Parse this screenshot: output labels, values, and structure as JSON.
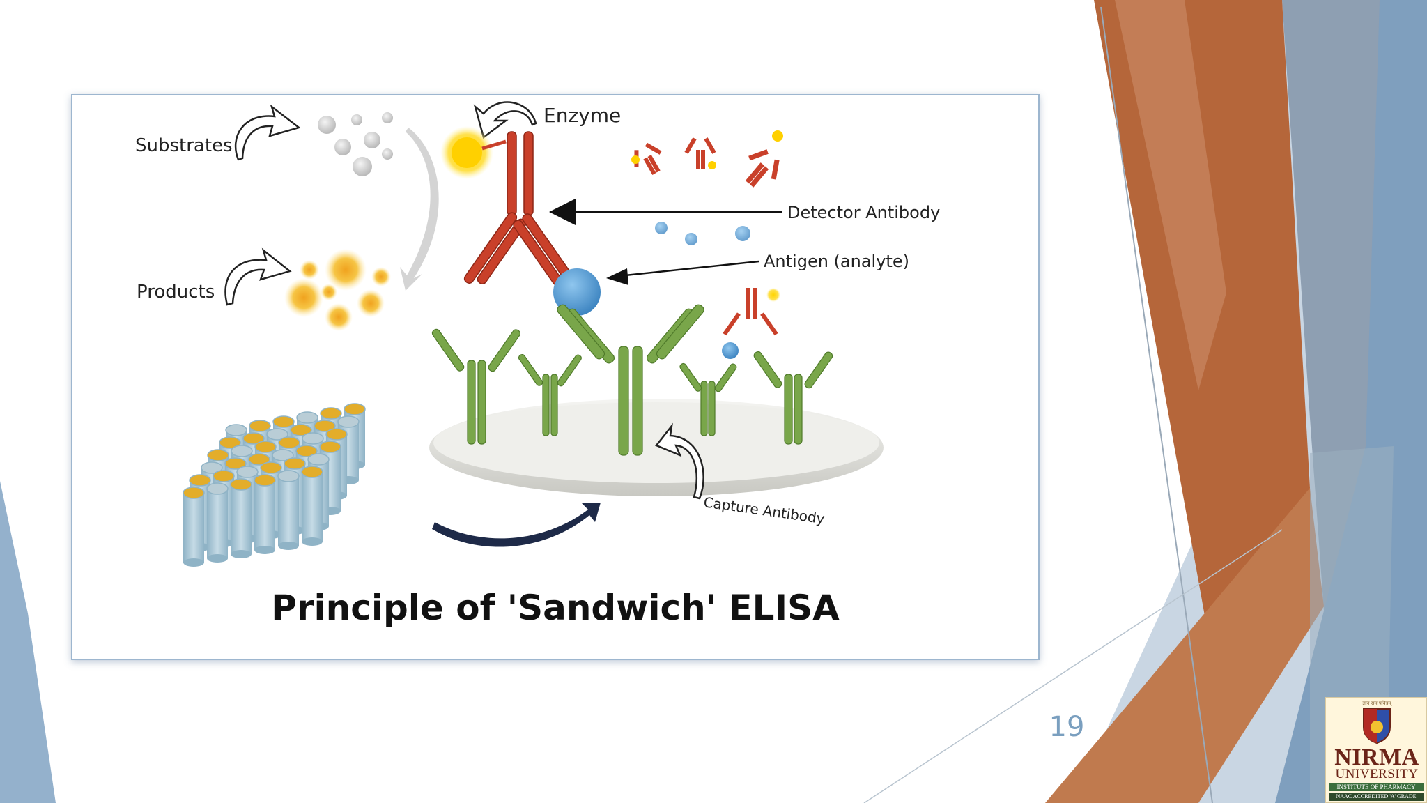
{
  "slide": {
    "page_number": "19"
  },
  "diagram": {
    "title": "Principle of 'Sandwich' ELISA",
    "labels": {
      "substrates": "Substrates",
      "products": "Products",
      "enzyme": "Enzyme",
      "detector_antibody": "Detector Antibody",
      "antigen": "Antigen (analyte)",
      "capture_antibody": "Capture Antibody"
    }
  },
  "logo": {
    "top_text": "ज्ञानं समं पवित्रम्",
    "name": "NIRMA",
    "university": "UNIVERSITY",
    "institute": "INSTITUTE OF PHARMACY",
    "accreditation": "NAAC ACCREDITED 'A' GRADE"
  },
  "colors": {
    "orange_band": "#b5663a",
    "blue_grey_band": "#8fa8c2",
    "antibody_red": "#c9402a",
    "antibody_green": "#79a64a",
    "antigen_blue": "#5b9fd1",
    "frame_border": "#9db6cf",
    "page_number": "#7a9fbf"
  }
}
